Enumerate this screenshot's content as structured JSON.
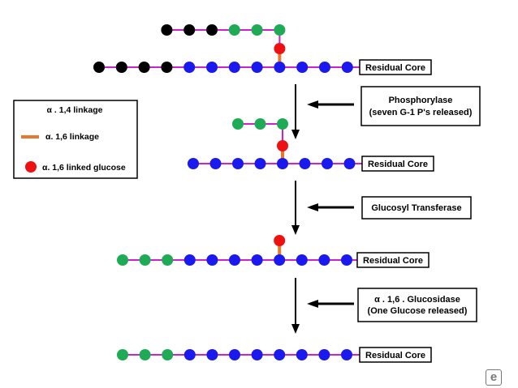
{
  "colors": {
    "chain_link": "#cc22cc",
    "branch_link": "#e87830",
    "glucose_blue": "#1a1aee",
    "glucose_green": "#1faa55",
    "glucose_black": "#000000",
    "branch_glucose_red": "#ee1111",
    "arrow": "#000000"
  },
  "legend": {
    "a14": "α . 1,4 linkage",
    "a16": "α. 1,6 linkage",
    "a16_glucose": "α. 1,6 linked glucose"
  },
  "residual_core_label": "Residual Core",
  "steps": [
    {
      "line1": "Phosphorylase",
      "line2": "(seven G-1 P's released)"
    },
    {
      "line1": "Glucosyl Transferase"
    },
    {
      "line1": "α . 1,6 . Glucosidase",
      "line2": "(One Glucose released)"
    }
  ],
  "stages": [
    {
      "main": [
        "black",
        "black",
        "black",
        "black",
        "blue",
        "blue",
        "blue",
        "blue",
        "blue",
        "blue",
        "blue",
        "blue",
        "blue"
      ],
      "branch": [
        "black",
        "black",
        "black",
        "green",
        "green",
        "green"
      ],
      "has_branch_glucose": true
    },
    {
      "main": [
        "blue",
        "blue",
        "blue",
        "blue",
        "blue",
        "blue",
        "blue",
        "blue",
        "blue"
      ],
      "branch": [
        "green",
        "green",
        "green"
      ],
      "has_branch_glucose": true
    },
    {
      "main": [
        "green",
        "green",
        "green",
        "blue",
        "blue",
        "blue",
        "blue",
        "blue",
        "blue",
        "blue",
        "blue",
        "blue"
      ],
      "branch": [],
      "has_branch_glucose": true
    },
    {
      "main": [
        "green",
        "green",
        "green",
        "blue",
        "blue",
        "blue",
        "blue",
        "blue",
        "blue",
        "blue",
        "blue",
        "blue"
      ],
      "branch": [],
      "has_branch_glucose": false
    }
  ],
  "corner_badge": "e"
}
